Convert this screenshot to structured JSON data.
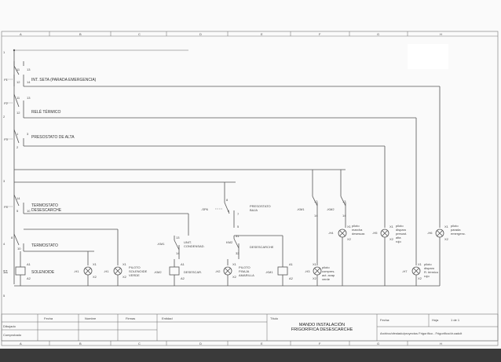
{
  "grid_columns": [
    "A",
    "B",
    "C",
    "D",
    "E",
    "F",
    "G",
    "H"
  ],
  "grid_rows": [
    "1",
    "2",
    "3",
    "4",
    "5"
  ],
  "components": {
    "emergency_stop": {
      "ref": "F1",
      "desc": "INT. SETA (PARADA EMERGENCIA)",
      "contacts": [
        "11",
        "12",
        "13",
        "14"
      ]
    },
    "thermal_relay": {
      "ref": "F2",
      "desc": "RELÉ TÉRMICO",
      "contacts": [
        "11",
        "12",
        "13"
      ]
    },
    "high_pressostat": {
      "ref": "F3",
      "desc": "PRESOSTATO DE ALTA",
      "contacts": [
        "1",
        "2",
        "3"
      ]
    },
    "thermostat_defrost": {
      "ref": "F4",
      "desc1": "TERMOSTATO",
      "desc2": "DESESCARCHE",
      "contacts": [
        "14",
        "5",
        "10"
      ]
    },
    "thermostat": {
      "ref": "8",
      "desc": "TERMOSTATO",
      "contacts": [
        "8",
        "10"
      ]
    },
    "low_pressostat": {
      "ref": "-SP6",
      "desc1": "PRESOSTATO",
      "desc2": "BAJA",
      "contacts": [
        "8",
        "6",
        "7",
        "8",
        "5"
      ]
    },
    "solenoid": {
      "ref": "S1",
      "desc": "SOLENOIDE",
      "pins": [
        "A1",
        "A2"
      ]
    },
    "pilot_solenoid": {
      "ref": "-H1",
      "desc1": "PILOTO",
      "desc2": "SOLENOIDE",
      "desc3": "VERDE",
      "pins": [
        "X1",
        "X2"
      ]
    },
    "km1_contact": {
      "ref": "-KM1",
      "desc1": "UNIT.",
      "desc2": "CONDENSAD.",
      "contacts": [
        "13",
        "14"
      ]
    },
    "km2_coil": {
      "ref": "-KM2",
      "desc": "DESESCAR.",
      "pins": [
        "A1",
        "A2"
      ]
    },
    "km2_contact": {
      "ref": "KM2",
      "contacts": [
        "31",
        "32"
      ]
    },
    "defrost_label": {
      "desc": "DESESCARCHE"
    },
    "pilot_low": {
      "ref": "-H2",
      "desc1": "PILOTO",
      "desc2": "P.BAJA",
      "desc3": "AMARILLA",
      "pins": [
        "X1",
        "X2"
      ]
    },
    "km1_coil": {
      "ref": "-KM1",
      "pins": [
        "A1",
        "A2"
      ]
    },
    "compressor_pilot": {
      "ref": "-H3",
      "desc1": "piloto",
      "desc2": "compres.",
      "desc3": "act. avap",
      "desc4": "verde",
      "pins": [
        "X1",
        "X2"
      ]
    },
    "km1_aux": {
      "ref": "-KM1",
      "contacts": [
        "13",
        "14"
      ]
    },
    "km2_aux": {
      "ref": "-KM2",
      "contacts": [
        "13",
        "14"
      ]
    },
    "defrost_pilot": {
      "ref": "-H4",
      "desc1": "piloto",
      "desc2": "marcha",
      "desc3": "desescar.",
      "pins": [
        "X1",
        "X2"
      ]
    },
    "trip_pilot_pressostat": {
      "ref": "-H5",
      "desc1": "piloto",
      "desc2": "disparo",
      "desc3": "presost.",
      "desc4": "alta",
      "desc5": "rojo",
      "pins": [
        "X1",
        "X2"
      ]
    },
    "trip_pilot_thermal": {
      "ref": "-H7",
      "desc1": "piloto",
      "desc2": "disparo",
      "desc3": "R. térmico",
      "desc4": "rojo",
      "pins": [
        "X1",
        "X2"
      ]
    },
    "emergency_pilot": {
      "ref": "-H6",
      "desc1": "piloto",
      "desc2": "parada",
      "desc3": "emergenc.",
      "pins": [
        "X1",
        "X2"
      ]
    }
  },
  "title_block": {
    "col_fecha": "Fecha",
    "col_nombre": "Nombre",
    "col_firmas": "Firmas",
    "col_entidad": "Entidad",
    "row_dibujado": "Dibujado",
    "row_comprobado": "Comprobado",
    "titulo_label": "Título",
    "titulo_line1": "MANDO INSTALACIÓN",
    "titulo_line2": "FRIGORÍFICA DESESCARCHE",
    "fecha_label": "Fecha:",
    "hoja_label": "Hoja",
    "hoja_value": "1 de 1",
    "archivo": "Archivo/cfestado/proyectos Frigorífico - Frigorífico/dr.cadclt"
  }
}
